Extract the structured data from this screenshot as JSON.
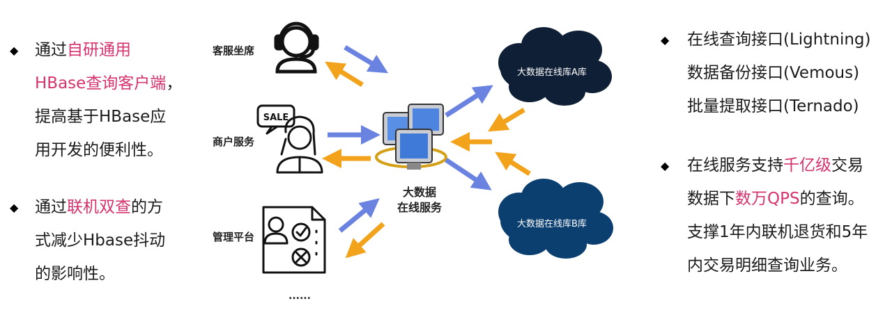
{
  "left": {
    "block1": {
      "l1_pre": "通过",
      "l1_hl": "自研通用",
      "l2_hl": "HBase查询客户端",
      "l2_post": "，",
      "l3": "提高基于HBase应",
      "l4": "用开发的便利性。"
    },
    "block2": {
      "l1_pre": "通过",
      "l1_hl": "联机双查",
      "l1_post": "的方",
      "l2": "式减少Hbase抖动",
      "l3": "的影响性。"
    }
  },
  "roles": {
    "customer_service": "客服坐席",
    "merchant_service": "商户服务",
    "management": "管理平台",
    "more": "......",
    "sale_sign": "SALE"
  },
  "center": {
    "line1": "大数据",
    "line2": "在线服务"
  },
  "databases": {
    "a": "大数据在线库A库",
    "b": "大数据在线库B库"
  },
  "right": {
    "block1": {
      "l1": "在线查询接口(Lightning)",
      "l2": "数据备份接口(Vemous)",
      "l3": "批量提取接口(Ternado)"
    },
    "block2": {
      "l1_pre": "在线服务支持",
      "l1_hl": "千亿级",
      "l1_post": "交易",
      "l2_pre": "数据下",
      "l2_hl": "数万QPS",
      "l2_post": "的查询。",
      "l3": "支撑1年内联机退货和5年",
      "l4": "内交易明细查询业务。"
    }
  },
  "colors": {
    "highlight": "#d6336c",
    "arrow_blue": "#6a82e0",
    "arrow_orange": "#f2a31b",
    "cloud": "#0f1f35"
  }
}
